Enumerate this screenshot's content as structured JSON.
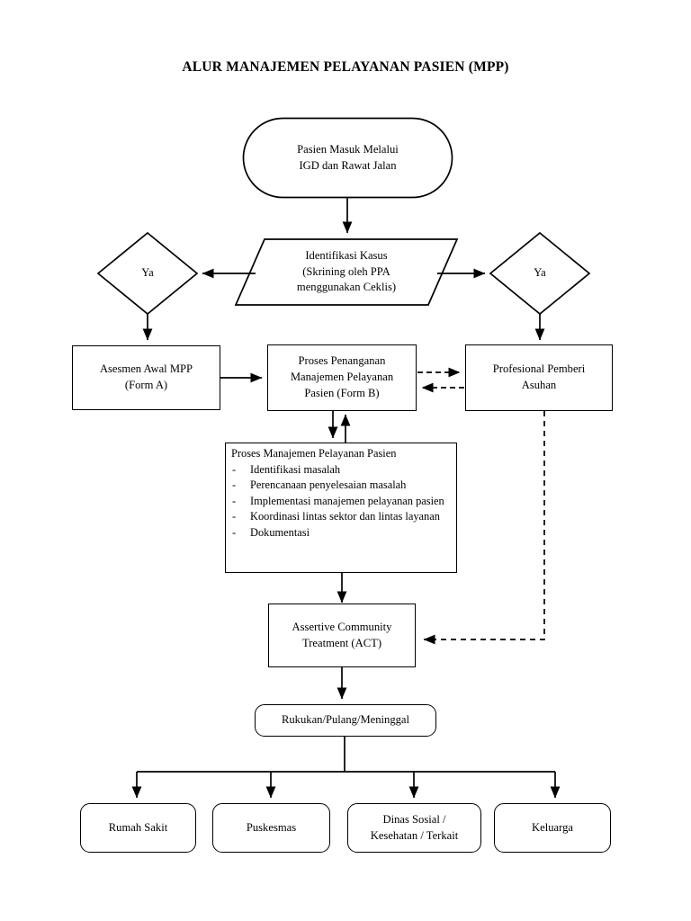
{
  "title": "ALUR MANAJEMEN PELAYANAN PASIEN (MPP)",
  "nodes": {
    "start": {
      "line1": "Pasien Masuk Melalui",
      "line2": "IGD dan Rawat Jalan"
    },
    "identifikasi": {
      "line1": "Identifikasi Kasus",
      "line2": "(Skrining oleh PPA",
      "line3": "menggunakan Ceklis)"
    },
    "decision_left": {
      "label": "Ya"
    },
    "decision_right": {
      "label": "Ya"
    },
    "asesmen": {
      "line1": "Asesmen Awal MPP",
      "line2": "(Form A)"
    },
    "proses_penanganan": {
      "line1": "Proses Penanganan",
      "line2": "Manajemen Pelayanan",
      "line3": "Pasien (Form B)"
    },
    "ppa": {
      "line1": "Profesional Pemberi",
      "line2": "Asuhan"
    },
    "act": {
      "line1": "Assertive Community",
      "line2": "Treatment (ACT)"
    },
    "rukukan": {
      "label": "Rukukan/Pulang/Meninggal"
    },
    "outcome_1": {
      "label": "Rumah Sakit"
    },
    "outcome_2": {
      "label": "Puskesmas"
    },
    "outcome_3": {
      "line1": "Dinas Sosial /",
      "line2": "Kesehatan / Terkait"
    },
    "outcome_4": {
      "label": "Keluarga"
    }
  },
  "proses_list": {
    "heading": "Proses Manajemen Pelayanan Pasien",
    "items": [
      "Identifikasi masalah",
      "Perencanaan penyelesaian masalah",
      "Implementasi manajemen pelayanan pasien",
      "Koordinasi lintas sektor dan lintas layanan",
      "Dokumentasi"
    ]
  },
  "colors": {
    "stroke": "#000000",
    "background": "#ffffff",
    "text": "#000000"
  },
  "connectors": [
    {
      "name": "start-to-identifikasi",
      "style": "solid",
      "arrow": "down"
    },
    {
      "name": "identifikasi-to-decision-left",
      "style": "solid",
      "arrow": "left"
    },
    {
      "name": "identifikasi-to-decision-right",
      "style": "solid",
      "arrow": "right"
    },
    {
      "name": "decision-left-to-asesmen",
      "style": "solid",
      "arrow": "down"
    },
    {
      "name": "decision-right-to-ppa",
      "style": "solid",
      "arrow": "down"
    },
    {
      "name": "asesmen-to-proses-penanganan",
      "style": "solid",
      "arrow": "right"
    },
    {
      "name": "proses-penanganan-to-ppa",
      "style": "dashed",
      "arrow": "right"
    },
    {
      "name": "ppa-to-proses-penanganan",
      "style": "dashed",
      "arrow": "left"
    },
    {
      "name": "proses-penanganan-to-list",
      "style": "solid",
      "arrow": "down"
    },
    {
      "name": "list-to-proses-penanganan",
      "style": "solid",
      "arrow": "up"
    },
    {
      "name": "list-to-act",
      "style": "solid",
      "arrow": "down"
    },
    {
      "name": "ppa-to-act",
      "style": "dashed",
      "arrow": "left"
    },
    {
      "name": "act-to-rukukan",
      "style": "solid",
      "arrow": "down"
    },
    {
      "name": "rukukan-to-outcomes",
      "style": "solid",
      "arrow": "down"
    }
  ]
}
